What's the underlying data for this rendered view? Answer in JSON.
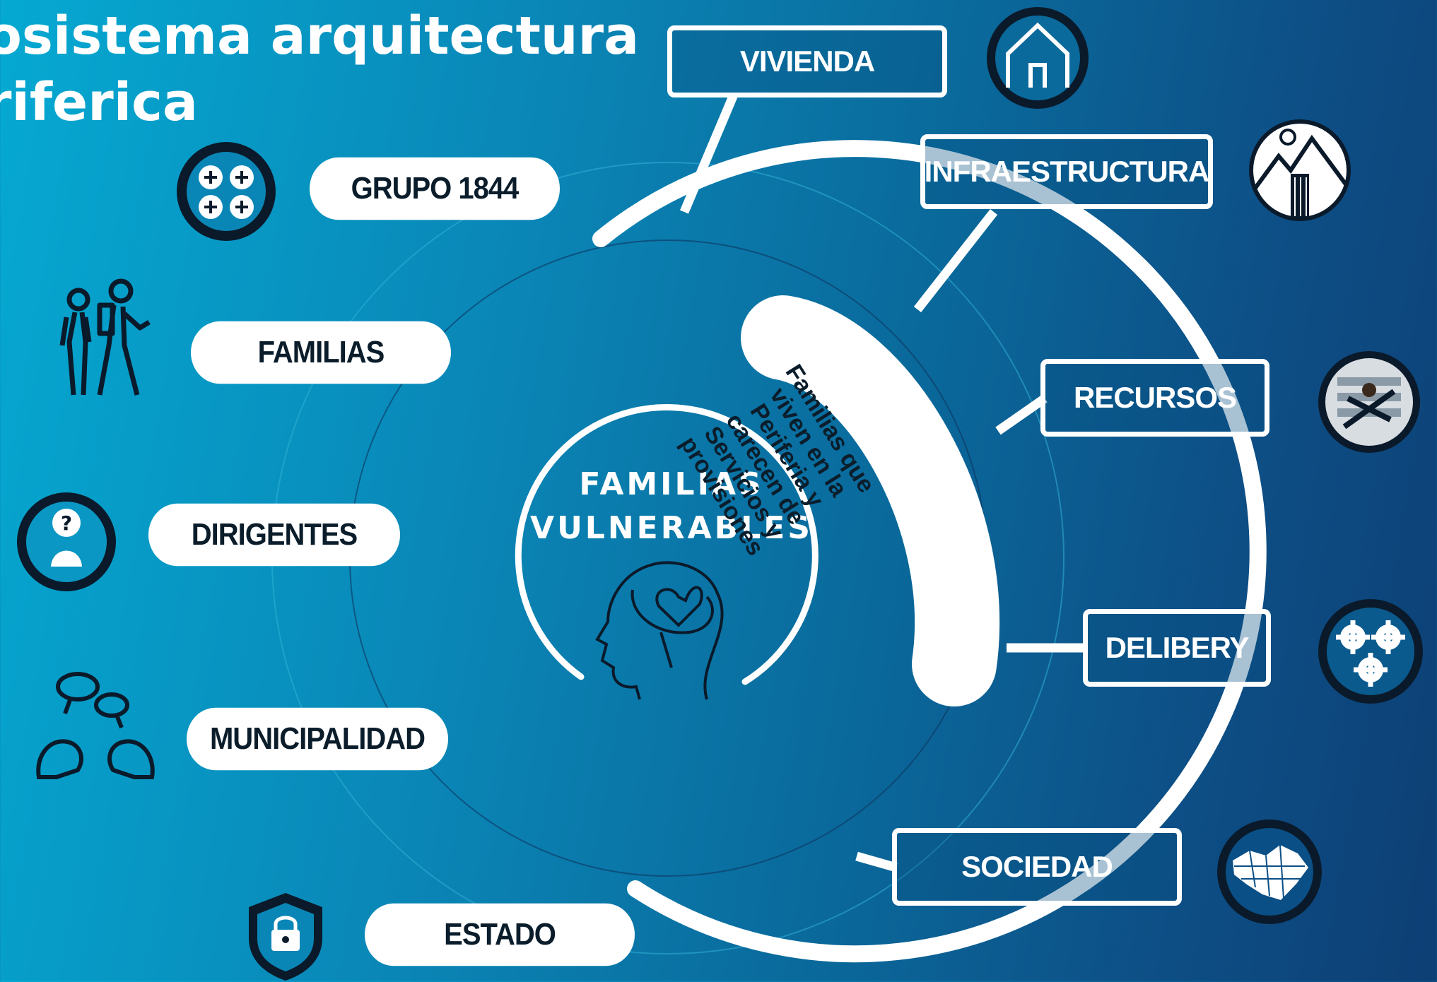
{
  "title": {
    "line1": "osistema arquitectura",
    "line2": "riferica"
  },
  "center": {
    "title_line1": "FAMILIAS",
    "title_line2": "VULNERABLES",
    "arc_text": "Familias que viven en la Periferia y carecen de Servicios y provisiones"
  },
  "left_actors": [
    {
      "label": "GRUPO 1844",
      "icon": "plus-grid-icon"
    },
    {
      "label": "FAMILIAS",
      "icon": "hikers-icon"
    },
    {
      "label": "DIRIGENTES",
      "icon": "question-person-icon"
    },
    {
      "label": "MUNICIPALIDAD",
      "icon": "dialogue-heads-icon"
    },
    {
      "label": "ESTADO",
      "icon": "shield-lock-icon"
    }
  ],
  "right_needs": [
    {
      "label": "VIVIENDA",
      "icon": "house-icon"
    },
    {
      "label": "INFRAESTRUCTURA",
      "icon": "mountains-waterfall-icon"
    },
    {
      "label": "RECURSOS",
      "icon": "resources-photo-icon"
    },
    {
      "label": "DELIBERY",
      "icon": "gears-icon"
    },
    {
      "label": "SOCIEDAD",
      "icon": "map-icon"
    }
  ],
  "colors": {
    "background_start": "#05a9d2",
    "background_end": "#0d3f74",
    "line": "#ffffff",
    "dark_text": "#0b1d2b",
    "icon_ring": "#0a1a2a"
  }
}
